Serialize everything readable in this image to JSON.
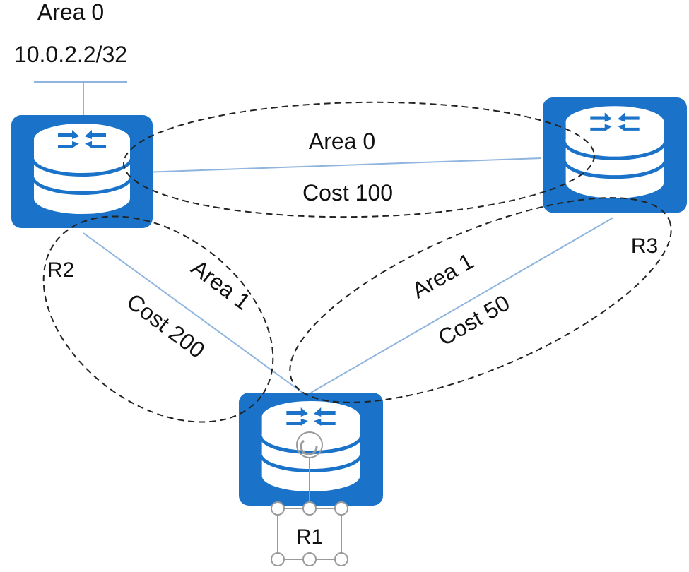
{
  "prefix": {
    "area": "Area 0",
    "address": "10.0.2.2/32"
  },
  "routers": {
    "r1": "R1",
    "r2": "R2",
    "r3": "R3"
  },
  "links": {
    "r2_r3": {
      "area": "Area 0",
      "cost": "Cost 100"
    },
    "r2_r1": {
      "area": "Area 1",
      "cost": "Cost 200"
    },
    "r3_r1": {
      "area": "Area 1",
      "cost": "Cost 50"
    }
  },
  "colors": {
    "router_fill": "#1a73c9",
    "link_line": "#8fb5de",
    "ellipse_stroke": "#222222",
    "text": "#111111"
  },
  "icons": {
    "router": "router-icon",
    "selected_router_handles": "selection-handles-icon"
  }
}
